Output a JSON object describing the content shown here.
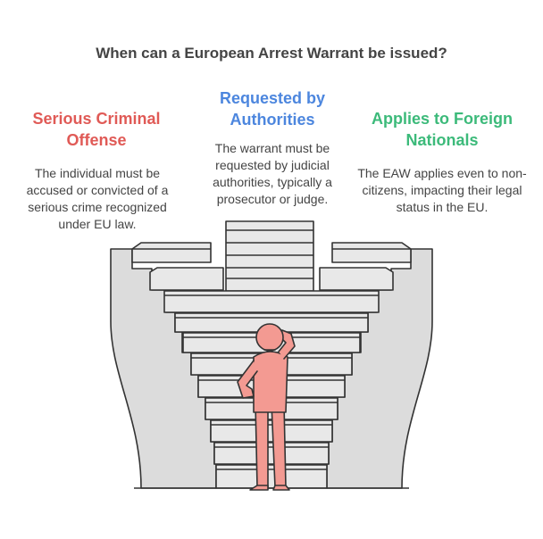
{
  "title": "When can a European Arrest Warrant be issued?",
  "sections": [
    {
      "heading": "Serious Criminal Offense",
      "description": "The individual must be accused or convicted of a serious crime recognized under EU law.",
      "color": "#e05a56"
    },
    {
      "heading": "Requested by Authorities",
      "description": "The warrant must be requested by judicial authorities, typically a prosecutor or judge.",
      "color": "#4c86de"
    },
    {
      "heading": "Applies to Foreign Nationals",
      "description": "The EAW applies even to non-citizens, impacting their legal status in the EU.",
      "color": "#3cba7a"
    }
  ],
  "illustration": {
    "structure_color": "#e4e4e4",
    "person_color": "#f39a92",
    "icon": "staircase-funnel-with-person-icon"
  }
}
